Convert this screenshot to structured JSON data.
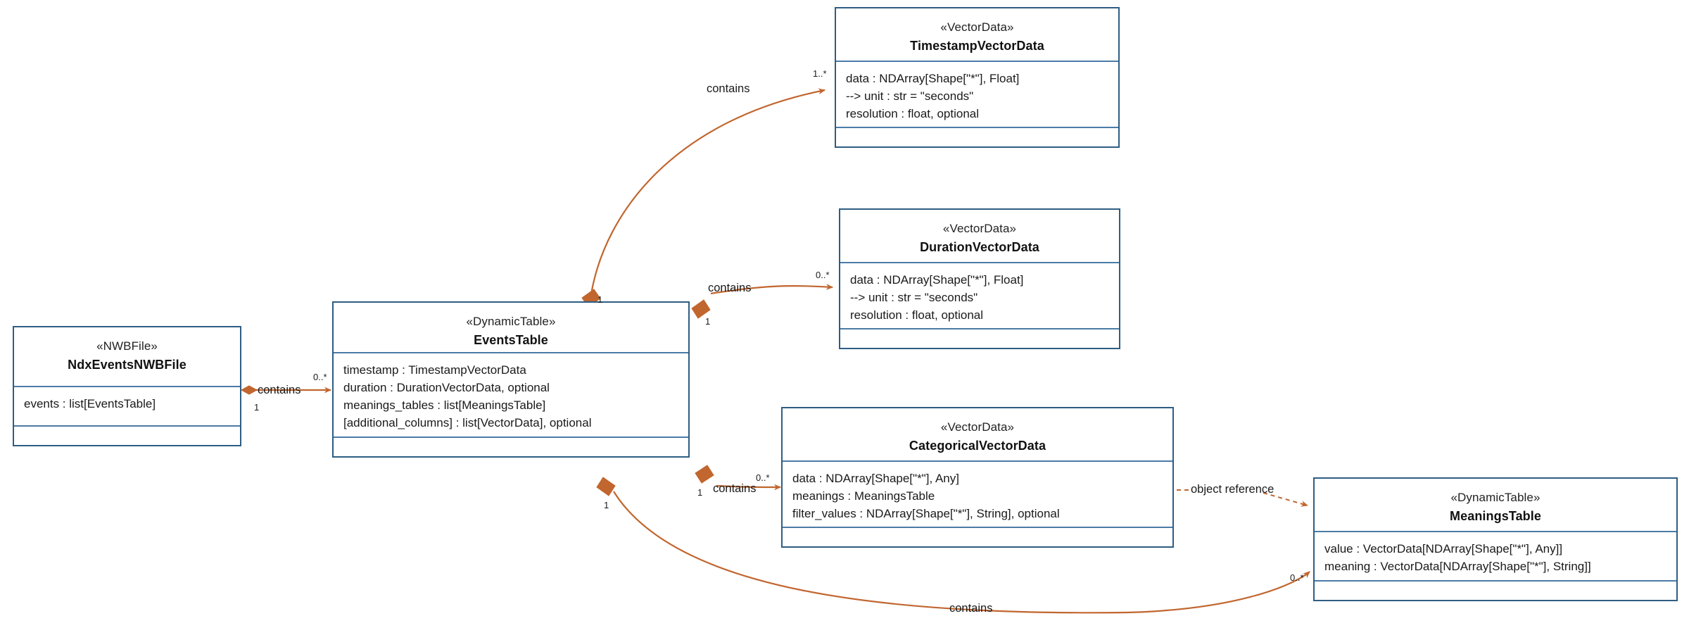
{
  "diagram": {
    "kind": "uml-class-diagram",
    "colors": {
      "class_border": "#2e5d83",
      "class_divider": "#4a7ba6",
      "relation": "#c1662f",
      "background": "#ffffff",
      "text": "#1a1a1a"
    }
  },
  "classes": {
    "nwbfile": {
      "stereotype": "«NWBFile»",
      "name": "NdxEventsNWBFile",
      "attributes": [
        "events : list[EventsTable]"
      ]
    },
    "events_table": {
      "stereotype": "«DynamicTable»",
      "name": "EventsTable",
      "attributes": [
        "timestamp : TimestampVectorData",
        "duration : DurationVectorData, optional",
        "meanings_tables : list[MeaningsTable]",
        "[additional_columns] : list[VectorData], optional"
      ]
    },
    "timestamp_vd": {
      "stereotype": "«VectorData»",
      "name": "TimestampVectorData",
      "attributes": [
        "data : NDArray[Shape[\"*\"], Float]",
        "--> unit : str = \"seconds\"",
        "resolution : float, optional"
      ]
    },
    "duration_vd": {
      "stereotype": "«VectorData»",
      "name": "DurationVectorData",
      "attributes": [
        "data : NDArray[Shape[\"*\"], Float]",
        "--> unit : str = \"seconds\"",
        "resolution : float, optional"
      ]
    },
    "categorical_vd": {
      "stereotype": "«VectorData»",
      "name": "CategoricalVectorData",
      "attributes": [
        "data : NDArray[Shape[\"*\"], Any]",
        "meanings : MeaningsTable",
        "filter_values : NDArray[Shape[\"*\"], String], optional"
      ]
    },
    "meanings_table": {
      "stereotype": "«DynamicTable»",
      "name": "MeaningsTable",
      "attributes": [
        "value : VectorData[NDArray[Shape[\"*\"], Any]]",
        "meaning : VectorData[NDArray[Shape[\"*\"], String]]"
      ]
    }
  },
  "relations": {
    "nwbfile_to_events": {
      "label": "contains",
      "source_multiplicity": "1",
      "target_multiplicity": "0..*",
      "kind": "composition"
    },
    "events_to_timestamp": {
      "label": "contains",
      "source_multiplicity": "1",
      "target_multiplicity": "1..*",
      "kind": "composition"
    },
    "events_to_duration": {
      "label": "contains",
      "source_multiplicity": "1",
      "target_multiplicity": "0..*",
      "kind": "composition"
    },
    "events_to_categorical": {
      "label": "contains",
      "source_multiplicity": "1",
      "target_multiplicity": "0..*",
      "kind": "composition"
    },
    "events_to_meanings": {
      "label": "contains",
      "source_multiplicity": "1",
      "target_multiplicity": "0..*",
      "kind": "composition"
    },
    "categorical_to_meanings": {
      "label": "object reference",
      "source_multiplicity": "",
      "target_multiplicity": "",
      "kind": "reference"
    }
  }
}
